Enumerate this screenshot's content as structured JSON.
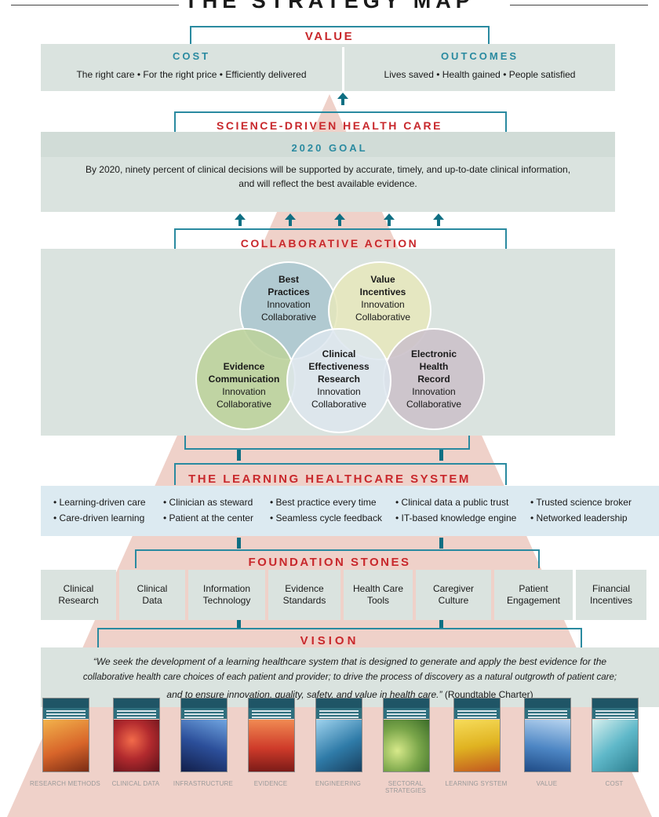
{
  "title": "THE STRATEGY MAP",
  "value": {
    "title": "VALUE",
    "cost": {
      "heading": "COST",
      "items": [
        "The right care",
        "For the right price",
        "Efficiently delivered"
      ]
    },
    "outcomes": {
      "heading": "OUTCOMES",
      "items": [
        "Lives saved",
        "Health gained",
        "People satisfied"
      ]
    }
  },
  "science": {
    "title": "SCIENCE-DRIVEN HEALTH CARE",
    "goal_heading": "2020 GOAL",
    "goal_line1": "By 2020, ninety percent of clinical decisions will be supported by accurate, timely, and up-to-date clinical information,",
    "goal_line2": "and will reflect the best available evidence."
  },
  "collab": {
    "title": "COLLABORATIVE ACTION",
    "circles": [
      {
        "bold": [
          "Best",
          "Practices"
        ],
        "normal": [
          "Innovation",
          "Collaborative"
        ],
        "color": "#a9c6cf"
      },
      {
        "bold": [
          "Value",
          "Incentives"
        ],
        "normal": [
          "Innovation",
          "Collaborative"
        ],
        "color": "#e6e8bc"
      },
      {
        "bold": [
          "Evidence",
          "Communication"
        ],
        "normal": [
          "Innovation",
          "Collaborative"
        ],
        "color": "#bcd29b"
      },
      {
        "bold": [
          "Clinical",
          "Effectiveness",
          "Research"
        ],
        "normal": [
          "Innovation",
          "Collaborative"
        ],
        "color": "#dde6ef"
      },
      {
        "bold": [
          "Electronic",
          "Health",
          "Record"
        ],
        "normal": [
          "Innovation",
          "Collaborative"
        ],
        "color": "#cbc1ca"
      }
    ]
  },
  "lhs": {
    "title": "THE LEARNING HEALTHCARE SYSTEM",
    "columns": [
      [
        "Learning-driven care",
        "Care-driven learning"
      ],
      [
        "Clinician as steward",
        "Patient at the center"
      ],
      [
        "Best practice every time",
        "Seamless cycle feedback"
      ],
      [
        "Clinical data a public trust",
        "IT-based knowledge engine"
      ],
      [
        "Trusted  science broker",
        "Networked leadership"
      ]
    ]
  },
  "foundation": {
    "title": "FOUNDATION STONES",
    "stones": [
      [
        "Clinical",
        "Research"
      ],
      [
        "Clinical",
        "Data"
      ],
      [
        "Information",
        "Technology"
      ],
      [
        "Evidence",
        "Standards"
      ],
      [
        "Health Care",
        "Tools"
      ],
      [
        "Caregiver",
        "Culture"
      ],
      [
        "Patient",
        "Engagement"
      ],
      [
        "Financial",
        "Incentives"
      ]
    ]
  },
  "vision": {
    "title": "VISION",
    "line1": "“We seek the development of a learning healthcare system that is designed to generate and apply the best evidence for the",
    "line2": "collaborative health care choices of each patient and provider; to drive the process of discovery as a natural outgrowth of patient care;",
    "line3": "and to ensure innovation, quality, safety, and value in health care.”",
    "attribution": "(Roundtable Charter)"
  },
  "books": [
    {
      "label": "RESEARCH METHODS",
      "color": "#d8652a"
    },
    {
      "label": "CLINICAL DATA",
      "color": "#8e1c24"
    },
    {
      "label": "INFRASTRUCTURE",
      "color": "#2c4f9a"
    },
    {
      "label": "EVIDENCE",
      "color": "#cf3b2a"
    },
    {
      "label": "ENGINEERING",
      "color": "#2f7ba8"
    },
    {
      "label": "SECTORAL STRATEGIES",
      "color": "#7aa64a"
    },
    {
      "label": "LEARNING SYSTEM",
      "color": "#e0b321"
    },
    {
      "label": "VALUE",
      "color": "#4d86c4"
    },
    {
      "label": "COST",
      "color": "#5fb8c9"
    }
  ]
}
